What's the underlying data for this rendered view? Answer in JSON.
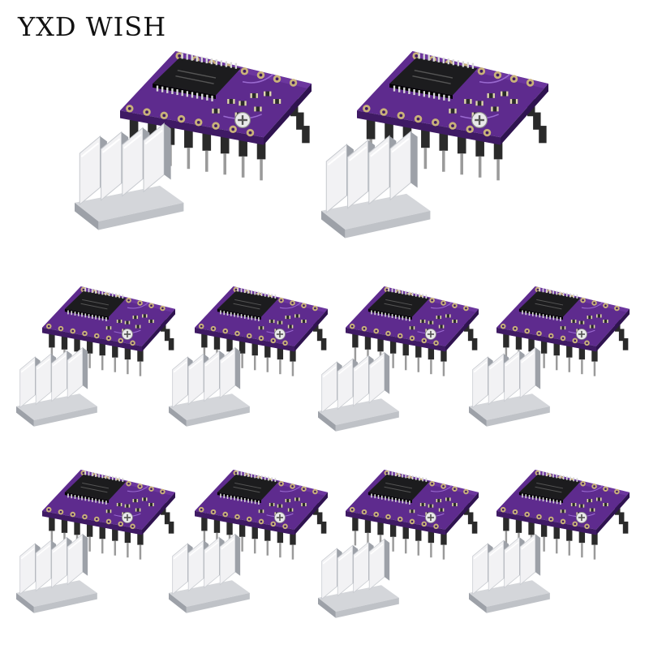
{
  "watermark": "YXD WISH",
  "colors": {
    "background": "#ffffff",
    "board": "#5e2b8e",
    "board_dark": "#3f1a64",
    "board_light": "#7a42ad",
    "chip": "#1c1c1e",
    "pin": "#2a2a2a",
    "pad": "#c9b27a",
    "heatsink_light": "#f2f2f4",
    "heatsink_mid": "#d4d6da",
    "heatsink_dark": "#9da1a8"
  },
  "products": {
    "driver_board_count": 10,
    "heatsink_count": 10,
    "rows": [
      2,
      4,
      4
    ]
  }
}
